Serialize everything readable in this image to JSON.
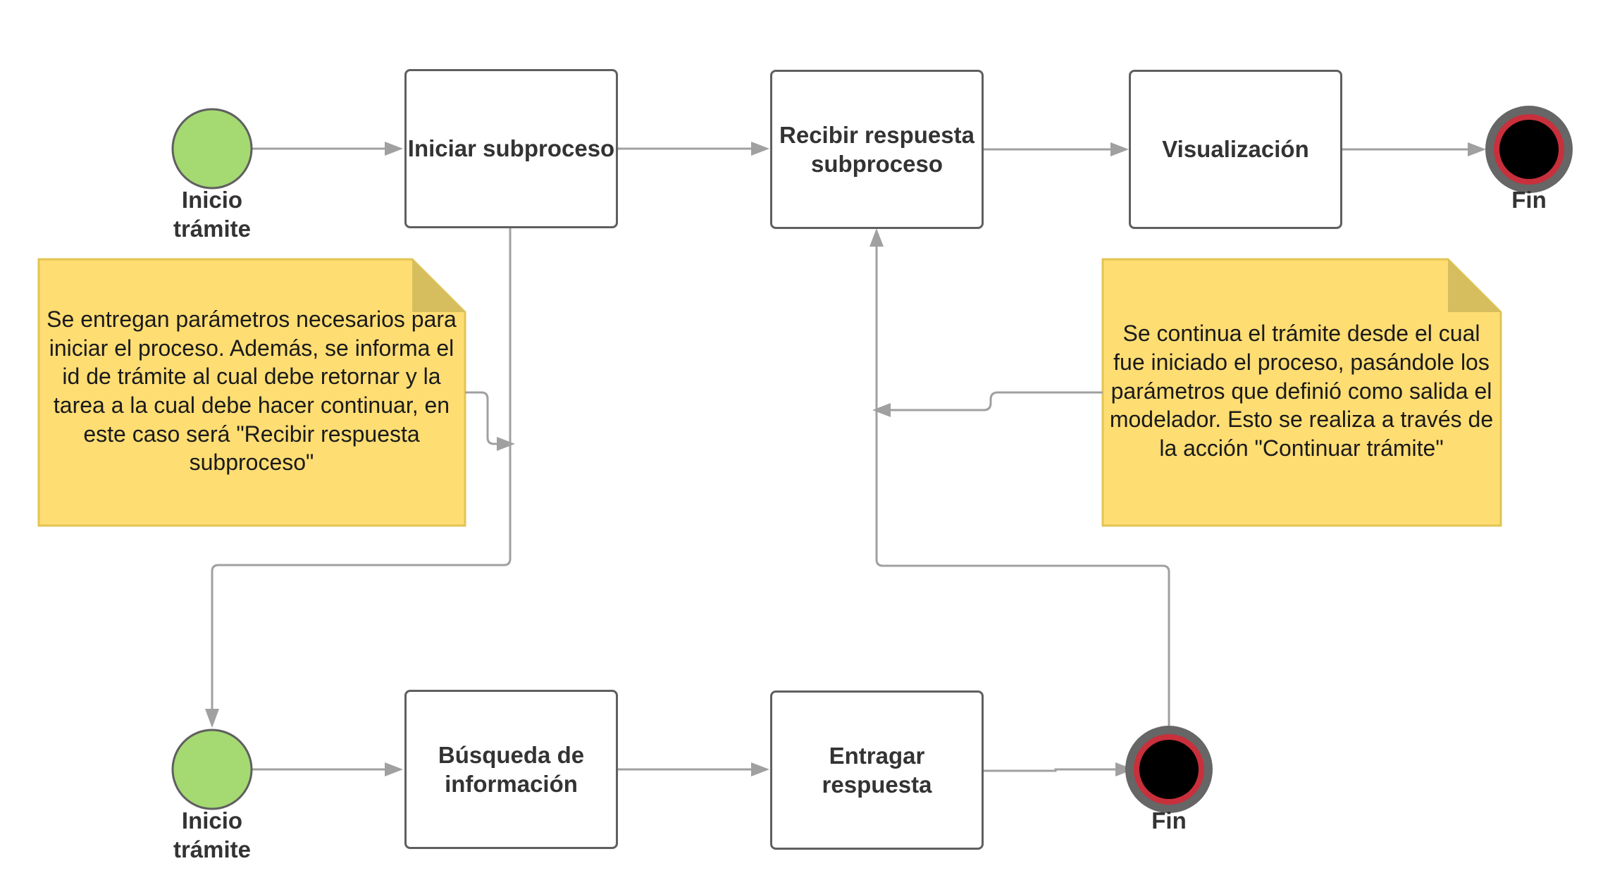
{
  "colors": {
    "start_fill": "#a5d972",
    "end_ring": "#c8303c",
    "end_outer": "#666666",
    "connector": "#a0a0a0",
    "note_fill": "#fedd73",
    "note_border": "#e3c453",
    "note_fold": "#d6be5e",
    "task_border": "#5f5f5f"
  },
  "top_flow": {
    "start_label": "Inicio trámite",
    "task_1": "Iniciar subproceso",
    "task_2": "Recibir respuesta subproceso",
    "task_3": "Visualización",
    "end_label": "Fin"
  },
  "bottom_flow": {
    "start_label": "Inicio trámite",
    "task_1": "Búsqueda de información",
    "task_2": "Entragar respuesta",
    "end_label": "Fin"
  },
  "notes": {
    "left": "Se entregan parámetros necesarios para iniciar el proceso. Además, se informa el id de trámite al cual debe retornar y la tarea a la cual debe hacer continuar, en este caso será \"Recibir respuesta subproceso\"",
    "right": "Se continua el trámite desde el cual fue iniciado el proceso, pasándole los parámetros que definió como salida el modelador. Esto se realiza a través de la acción \"Continuar trámite\""
  }
}
